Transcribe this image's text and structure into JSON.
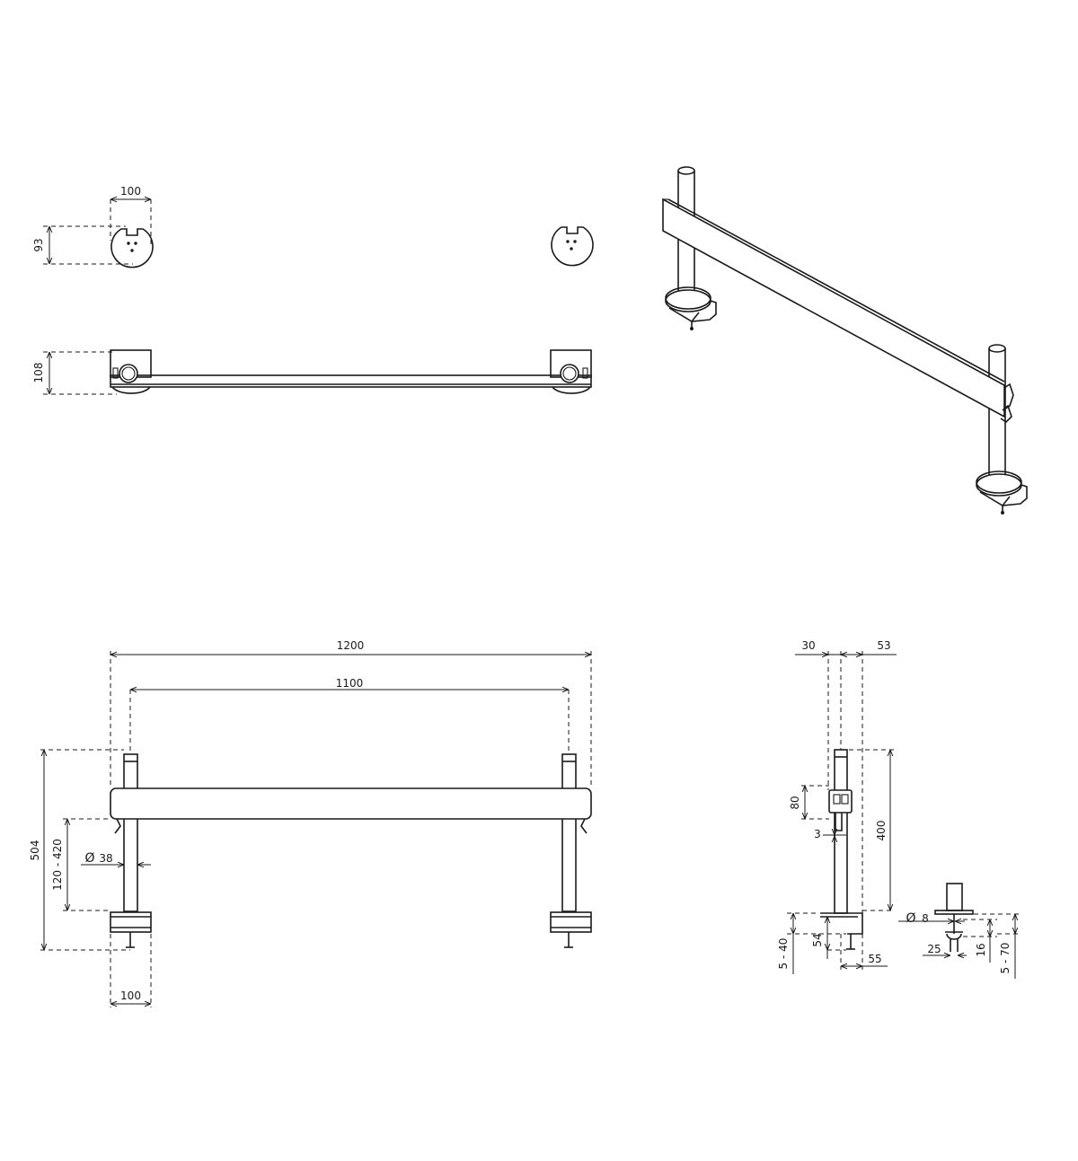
{
  "dimensions": {
    "top_width": "100",
    "top_depth": "93",
    "plan_height": "108",
    "overall_width": "1200",
    "pole_spacing": "1100",
    "overall_height": "504",
    "bar_height_range": "120 - 420",
    "pole_diameter": "38",
    "pole_diameter_symbol": "Ø",
    "clamp_width": "100",
    "side_rear": "30",
    "side_front": "53",
    "bracket_height": "80",
    "bracket_gap": "3",
    "pole_height": "400",
    "desk_thickness": "5 - 40",
    "clamp_depth": "54",
    "clamp_reach": "55",
    "bolt_diameter": "8",
    "bolt_diameter_symbol": "Ø",
    "grommet_width": "25",
    "grommet_plate": "16",
    "grommet_thickness": "5 - 70"
  }
}
